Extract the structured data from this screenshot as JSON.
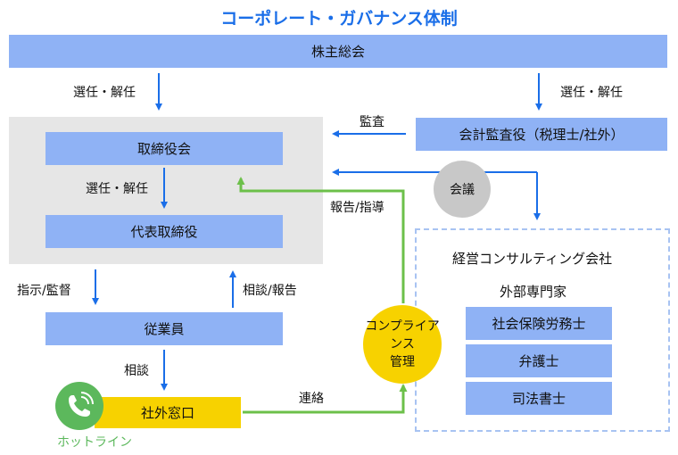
{
  "title": "コーポレート・ガバナンス体制",
  "nodes": {
    "shareholders": "株主総会",
    "board": "取締役会",
    "representative": "代表取締役",
    "auditor": "会計監査役（税理士/社外）",
    "employees": "従業員",
    "external_window": "社外窓口",
    "consulting": "経営コンサルティング会社",
    "experts_heading": "外部専門家",
    "labor_consultant": "社会保険労務士",
    "lawyer": "弁護士",
    "scrivener": "司法書士",
    "meeting": "会議",
    "compliance": "コンプライアンス\n管理",
    "hotline": "ホットライン"
  },
  "edge_labels": {
    "elect_dismiss_left": "選任・解任",
    "elect_dismiss_right": "選任・解任",
    "elect_dismiss_inner": "選任・解任",
    "audit": "監査",
    "instruct_supervise": "指示/監督",
    "consult_report": "相談/報告",
    "consult": "相談",
    "report_guide": "報告/指導",
    "liaison": "連絡"
  },
  "colors": {
    "title": "#1a6ee8",
    "box": "#8fb2f5",
    "panel": "#e6e6e6",
    "arrow_blue": "#1a6ee8",
    "arrow_green": "#6cc04a",
    "meeting_circle": "#c8c8c8",
    "compliance_circle": "#f7d200",
    "window_box": "#f7d200",
    "hotline_green": "#5cb85c"
  }
}
